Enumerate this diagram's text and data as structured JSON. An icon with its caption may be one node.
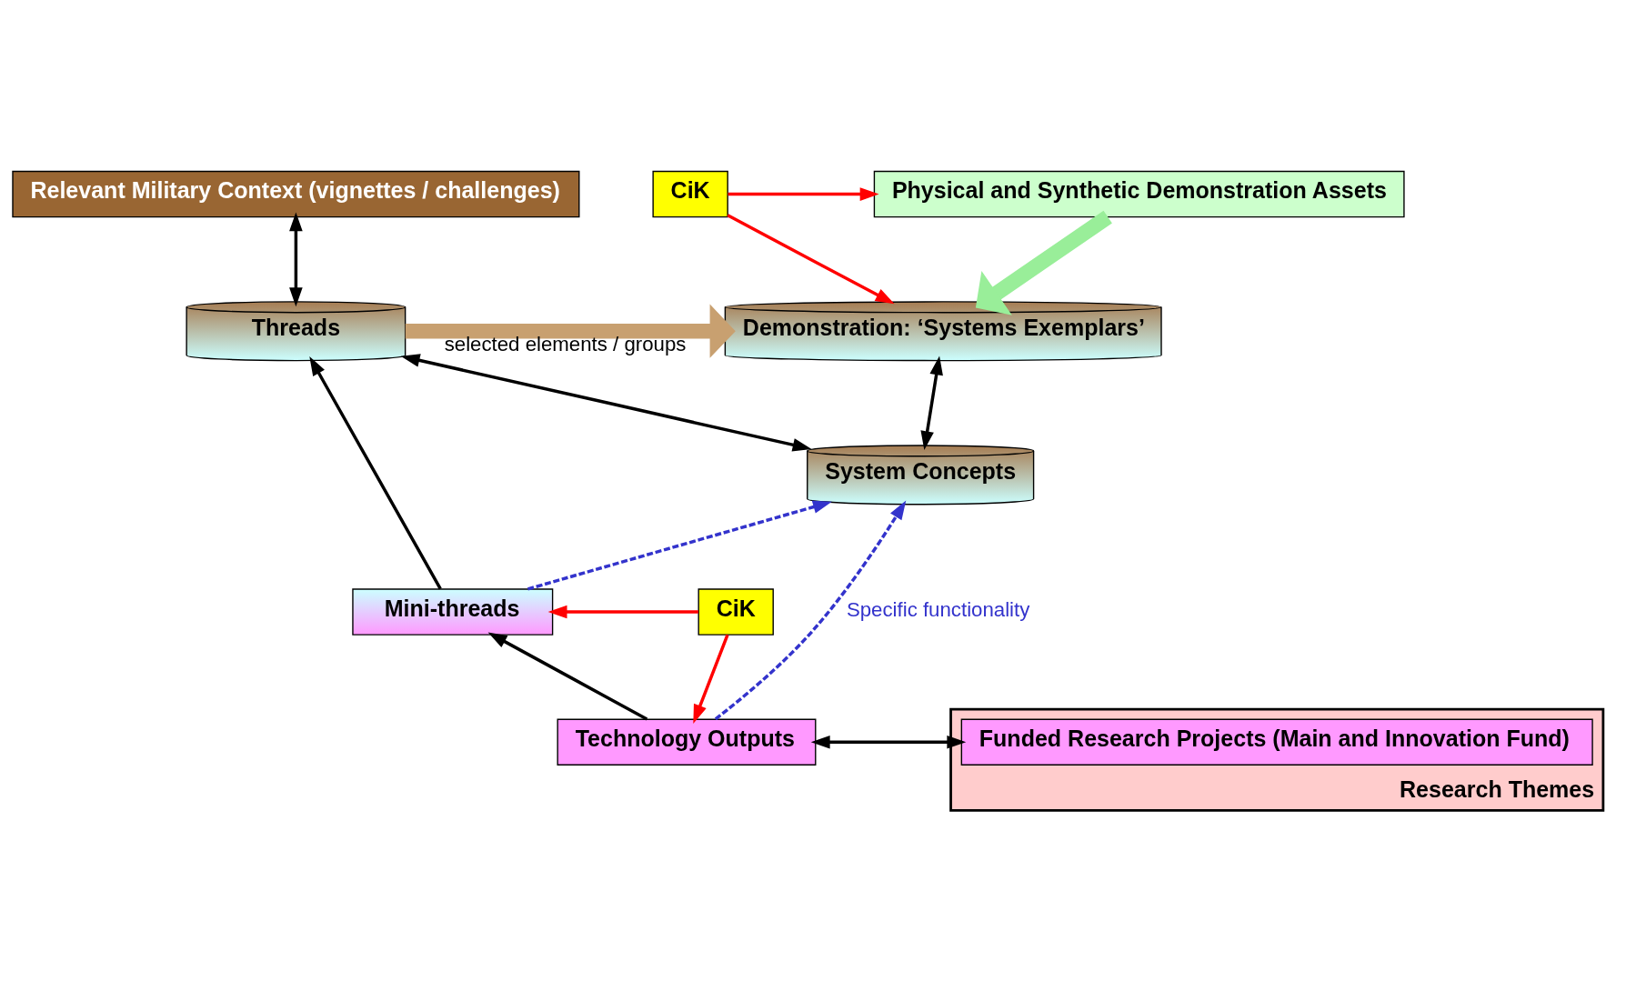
{
  "diagram": {
    "nodes": [
      {
        "text": [
          "Relevant Military Context (vignettes / challenges)"
        ]
      },
      {
        "text": [
          "Physical and Synthetic Demonstration Assets"
        ]
      },
      {
        "text": [
          "CiK"
        ]
      },
      {
        "text": [
          "Threads"
        ]
      },
      {
        "text": [
          "Demonstration: ‘Systems Exemplars’"
        ]
      },
      {
        "text": [
          "System Concepts"
        ]
      },
      {
        "text": [
          "CiK"
        ]
      },
      {
        "text": [
          "Mini-threads"
        ]
      },
      {
        "text": [
          "Research Themes"
        ]
      },
      {
        "text": [
          "Funded Research Projects (Main and Innovation Fund)"
        ],
        "in": 8
      },
      {
        "text": [
          "Technology Outputs"
        ]
      }
    ],
    "edges": [
      {
        "from": 3,
        "to": 0,
        "arrow": "both"
      },
      {
        "from": 3,
        "to": 4,
        "arrow": "to",
        "label": "selected elements / groups",
        "style": "thick",
        "color": "#c8a070"
      },
      {
        "from": 1,
        "to": 4,
        "arrow": "to",
        "style": "thick",
        "color": "#99ee99"
      },
      {
        "from": 2,
        "to": 1,
        "arrow": "to",
        "color": "#ff0000"
      },
      {
        "from": 2,
        "to": 4,
        "arrow": "to",
        "color": "#ff0000"
      },
      {
        "from": 3,
        "to": 5,
        "arrow": "both"
      },
      {
        "from": 5,
        "to": 4,
        "arrow": "both"
      },
      {
        "from": 7,
        "to": 3,
        "arrow": "to"
      },
      {
        "from": 10,
        "to": 7,
        "arrow": "to"
      },
      {
        "from": 6,
        "to": 7,
        "arrow": "to",
        "color": "#ff0000"
      },
      {
        "from": 6,
        "to": 10,
        "arrow": "to",
        "color": "#ff0000"
      },
      {
        "from": 9,
        "to": 10,
        "arrow": "both"
      },
      {
        "from": 7,
        "to": 5,
        "arrow": "to",
        "style": "dashed",
        "color": "#3333cc"
      },
      {
        "from": 10,
        "to": 5,
        "arrow": "to",
        "style": "dashed",
        "color": "#3333cc",
        "label": "Specific functionality"
      }
    ]
  }
}
